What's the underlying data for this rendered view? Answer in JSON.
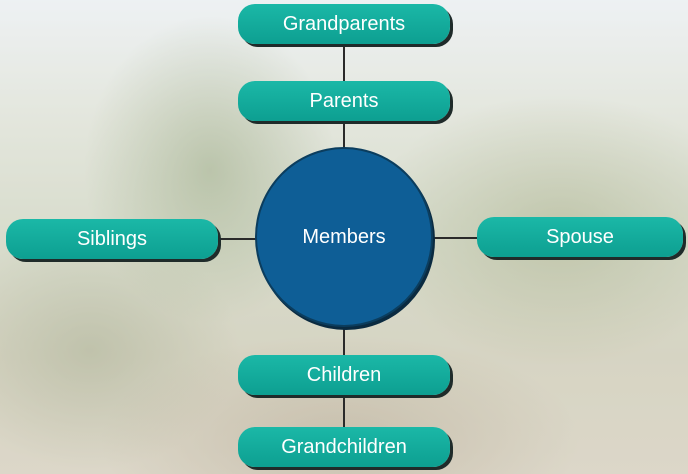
{
  "diagram": {
    "center": {
      "label": "Members"
    },
    "nodes": {
      "grandparents": "Grandparents",
      "parents": "Parents",
      "siblings": "Siblings",
      "spouse": "Spouse",
      "children": "Children",
      "grandchildren": "Grandchildren"
    },
    "colors": {
      "node_fill": "#12ad9c",
      "center_fill": "#0e5e96",
      "connector": "#2a2a2a",
      "shadow": "#1f2b2a"
    }
  }
}
